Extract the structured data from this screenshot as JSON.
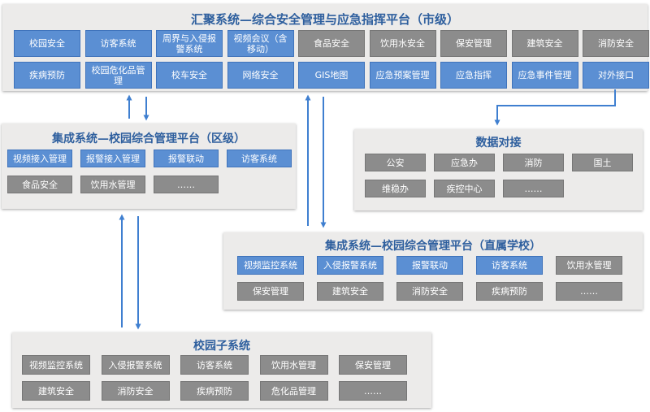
{
  "city": {
    "title": "汇聚系统—综合安全管理与应急指挥平台（市级）",
    "row1": [
      {
        "label": "校园安全",
        "style": "blue"
      },
      {
        "label": "访客系统",
        "style": "blue"
      },
      {
        "label": "周界与入侵报警系统",
        "style": "blue"
      },
      {
        "label": "视频会议（含移动）",
        "style": "blue"
      },
      {
        "label": "食品安全",
        "style": "gray"
      },
      {
        "label": "饮用水安全",
        "style": "gray"
      },
      {
        "label": "保安管理",
        "style": "gray"
      },
      {
        "label": "建筑安全",
        "style": "gray"
      },
      {
        "label": "消防安全",
        "style": "gray"
      }
    ],
    "row2": [
      "疾病预防",
      "校园危化品管理",
      "校车安全",
      "网络安全",
      "GIS地图",
      "应急预案管理",
      "应急指挥",
      "应急事件管理",
      "对外接口"
    ]
  },
  "district": {
    "title": "集成系统—校园综合管理平台（区级）",
    "row1": [
      "视频接入管理",
      "报警接入管理",
      "报警联动",
      "访客系统"
    ],
    "row2": [
      "食品安全",
      "饮用水管理",
      "……"
    ]
  },
  "data_link": {
    "title": "数据对接",
    "row1": [
      "公安",
      "应急办",
      "消防",
      "国土"
    ],
    "row2": [
      "维稳办",
      "疾控中心",
      "……"
    ]
  },
  "school": {
    "title": "集成系统—校园综合管理平台（直属学校）",
    "row1": [
      {
        "label": "视频监控系统",
        "style": "blue"
      },
      {
        "label": "入侵报警系统",
        "style": "blue"
      },
      {
        "label": "报警联动",
        "style": "blue"
      },
      {
        "label": "访客系统",
        "style": "blue"
      },
      {
        "label": "饮用水管理",
        "style": "gray"
      }
    ],
    "row2": [
      "保安管理",
      "建筑安全",
      "消防安全",
      "疾病预防",
      "……"
    ]
  },
  "campus": {
    "title": "校园子系统",
    "row1": [
      "视频监控系统",
      "入侵报警系统",
      "访客系统",
      "饮用水管理",
      "保安管理"
    ],
    "row2": [
      "建筑安全",
      "消防安全",
      "疾病预防",
      "危化品管理",
      "……"
    ]
  },
  "colors": {
    "blue": "#5b8fd3",
    "gray": "#8c8c8c",
    "title": "#2e5f9e",
    "panel": "#ecebea",
    "arrow": "#3f7fd0"
  }
}
